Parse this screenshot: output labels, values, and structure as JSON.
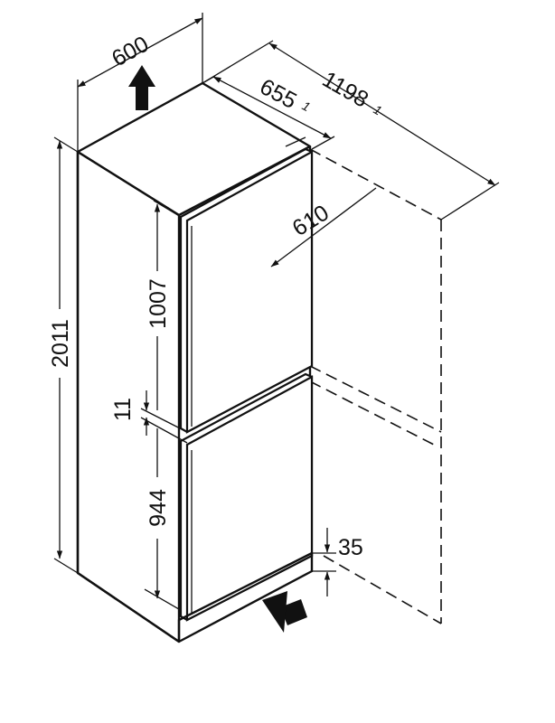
{
  "dimensions": {
    "width": "600",
    "depth_door": "655",
    "depth_door_note": "1",
    "depth_open": "1198",
    "depth_open_note": "1",
    "depth_body": "610",
    "height_total": "2011",
    "height_upper": "1007",
    "gap": "11",
    "height_lower": "944",
    "plinth": "35"
  },
  "icons": {
    "top": "arrow-up-icon",
    "bottom": "arrow-right-icon"
  },
  "colors": {
    "line": "#111111",
    "background": "#ffffff"
  }
}
